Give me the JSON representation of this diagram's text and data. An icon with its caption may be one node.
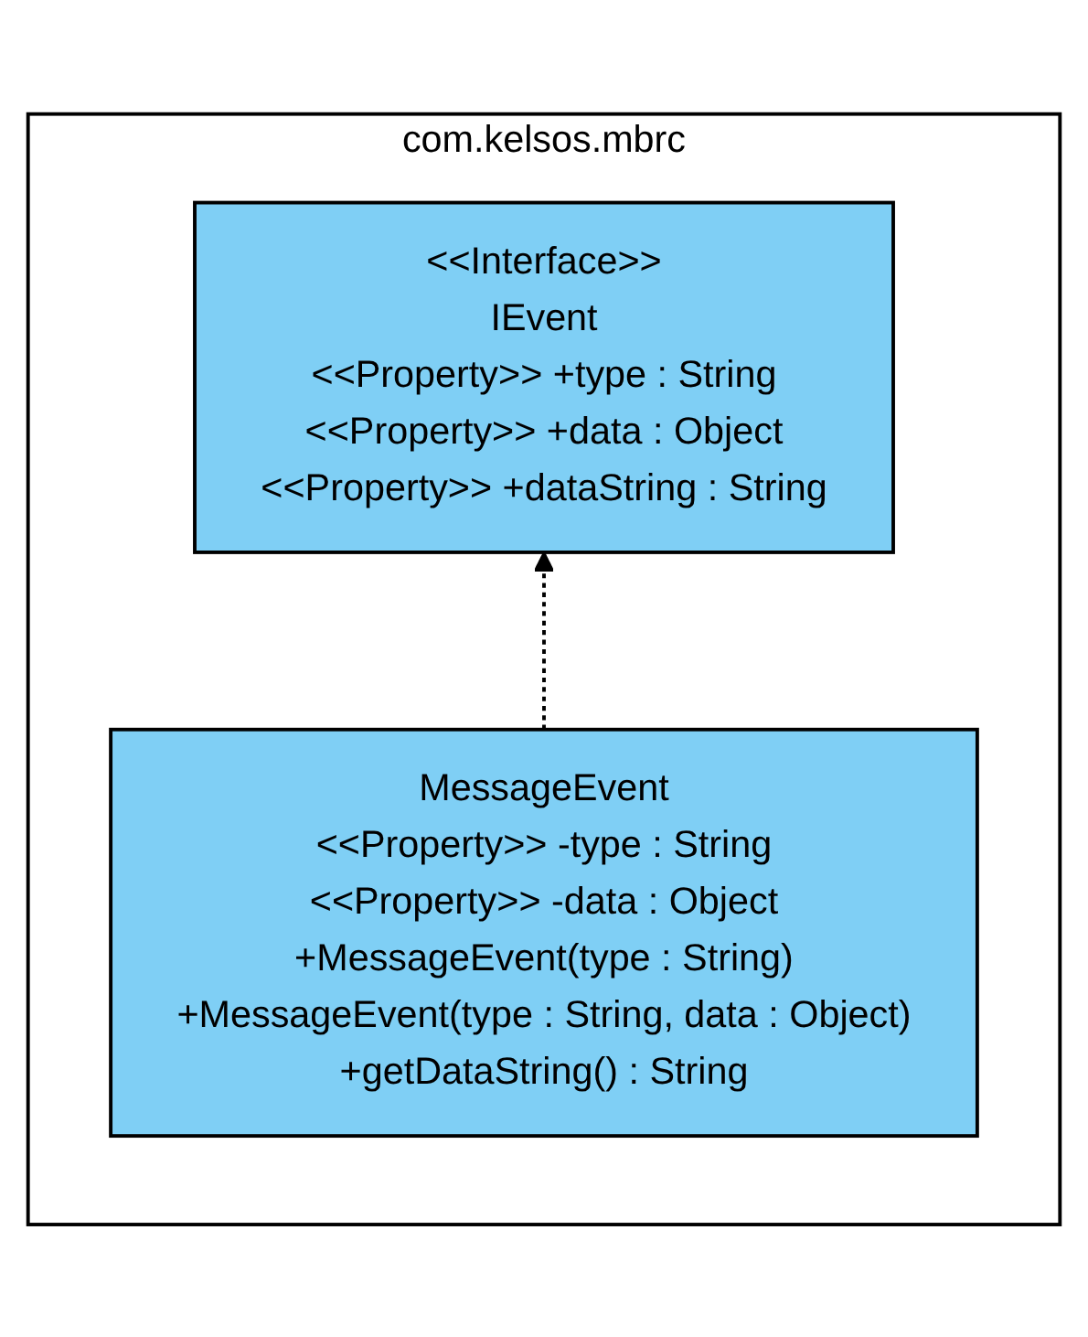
{
  "diagram": {
    "nodes": [
      {
        "text": [
          "com.kelsos.mbrc"
        ]
      },
      {
        "text": [
          "<<Interface>>",
          "IEvent",
          "<<Property>> +type : String",
          "<<Property>> +data : Object",
          "<<Property>> +dataString : String"
        ],
        "in": 0
      },
      {
        "text": [
          "MessageEvent",
          "<<Property>> -type : String",
          "<<Property>> -data : Object",
          "+MessageEvent(type : String)",
          "+MessageEvent(type : String, data : Object)",
          "+getDataString() : String"
        ],
        "in": 0
      }
    ],
    "edges": [
      {
        "from": 2,
        "to": 1,
        "arrow": "to",
        "style": "dashed"
      }
    ]
  }
}
